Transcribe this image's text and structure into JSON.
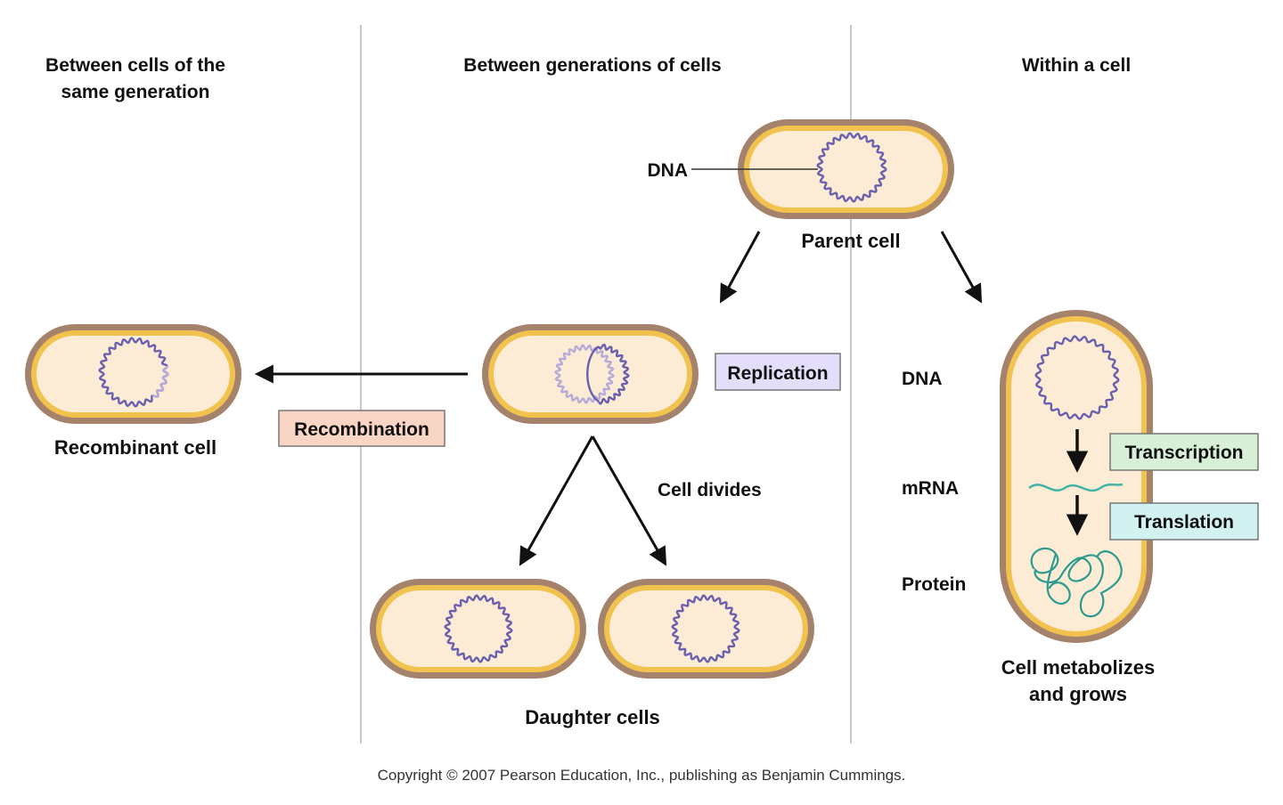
{
  "columns": {
    "left_header_line1": "Between cells of the",
    "left_header_line2": "same generation",
    "middle_header": "Between generations of cells",
    "right_header": "Within a cell"
  },
  "labels": {
    "dna_parent": "DNA",
    "parent_cell": "Parent cell",
    "replication": "Replication",
    "recombination": "Recombination",
    "recombinant_cell": "Recombinant cell",
    "cell_divides": "Cell divides",
    "daughter_cells": "Daughter cells",
    "dna_within": "DNA",
    "mrna": "mRNA",
    "protein": "Protein",
    "transcription": "Transcription",
    "translation": "Translation",
    "metabolizes_line1": "Cell metabolizes",
    "metabolizes_line2": "and grows"
  },
  "copyright": "Copyright © 2007 Pearson Education, Inc., publishing as Benjamin Cummings.",
  "colors": {
    "cell_wall": "#a5826b",
    "cell_membrane": "#f2c24e",
    "cytoplasm": "#fcecd6",
    "dna": "#6a5fae",
    "dna_new": "#b8aad8",
    "mrna": "#3fb3a6",
    "protein": "#2d9a90",
    "replication_box": "#e4defa",
    "recombination_box": "#f9d5c5",
    "transcription_box": "#d8f0d8",
    "translation_box": "#d2f1f1"
  }
}
